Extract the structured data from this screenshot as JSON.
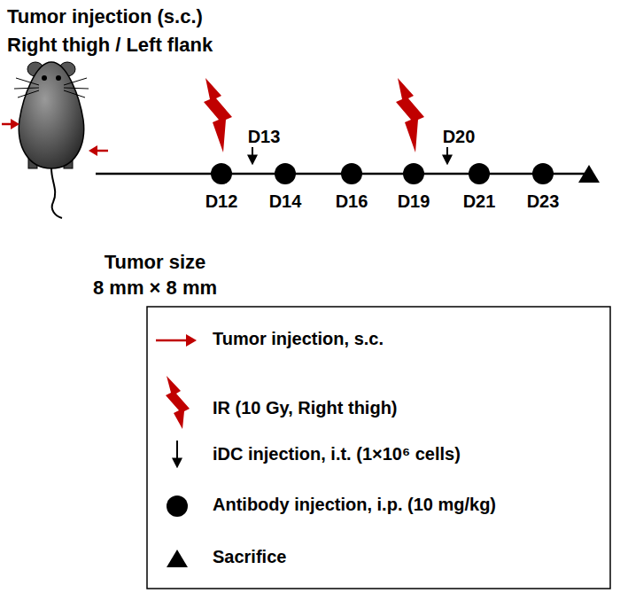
{
  "diagram": {
    "labels": [
      "Tumor injection (s.c.)",
      "Right thigh  / Left flank",
      "D13",
      "D20",
      "D12",
      "D14",
      "D16",
      "D19",
      "D21",
      "D23",
      "Tumor size",
      "8 mm × 8 mm"
    ],
    "legend": [
      {
        "text": "Tumor injection, s.c."
      },
      {
        "text": "IR (10 Gy, Right thigh)"
      },
      {
        "text": "iDC injection, i.t. (1×10⁶ cells)"
      },
      {
        "text": "Antibody injection, i.p. (10 mg/kg)"
      },
      {
        "text": "Sacrifice"
      }
    ]
  }
}
